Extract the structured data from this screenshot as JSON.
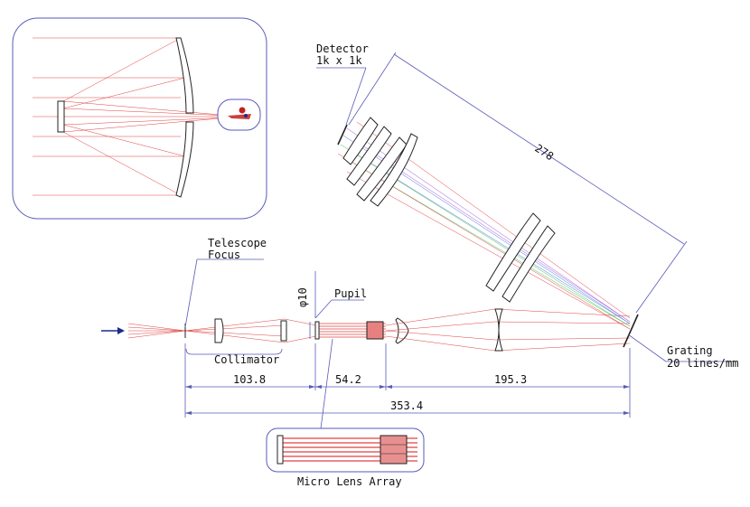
{
  "labels": {
    "detector_line1": "Detector",
    "detector_line2": "1k x 1k",
    "telescope_line1": "Telescope",
    "telescope_line2": "Focus",
    "pupil": "Pupil",
    "pupil_diameter": "φ10",
    "collimator": "Collimator",
    "grating_line1": "Grating",
    "grating_line2": "20 lines/mm",
    "micro_lens_array": "Micro Lens Array"
  },
  "dimensions": {
    "detector_to_grating": "278",
    "focus_to_pupil": "103.8",
    "pupil_to_relay": "54.2",
    "relay_to_grating": "195.3",
    "total_length": "353.4"
  },
  "colors": {
    "ray_red": "#e04040",
    "ray_violet": "#9a4fd6",
    "ray_blue": "#3f6fe0",
    "ray_green": "#3fbf4f",
    "dimension_line": "#5a5ab8",
    "arrow": "#1a2a8a"
  },
  "icons": {
    "input_arrow": "arrow-right-icon"
  }
}
